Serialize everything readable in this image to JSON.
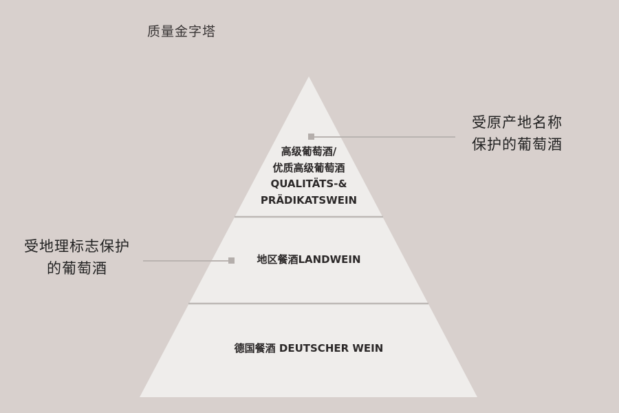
{
  "title": "质量金字塔",
  "colors": {
    "background": "#d8d0cd",
    "pyramid_fill": "#efedeb",
    "divider": "#bdb8b5",
    "connector": "#b9b3b0",
    "marker": "#b4aeab",
    "text_dark": "#2b2828"
  },
  "pyramid": {
    "tiers": [
      {
        "id": "top",
        "lines": [
          "高级葡萄酒/",
          "优质高级葡萄酒",
          "QUALITÄTS-&",
          "PRÄDIKATSWEIN"
        ]
      },
      {
        "id": "middle",
        "label": "地区餐酒LANDWEIN"
      },
      {
        "id": "bottom",
        "label": "德国餐酒 DEUTSCHER WEIN"
      }
    ]
  },
  "callouts": {
    "right": {
      "lines": [
        "受原产地名称",
        "保护的葡萄酒"
      ],
      "points_to": "top"
    },
    "left": {
      "lines": [
        "受地理标志保护",
        "的葡萄酒"
      ],
      "points_to": "middle"
    }
  }
}
